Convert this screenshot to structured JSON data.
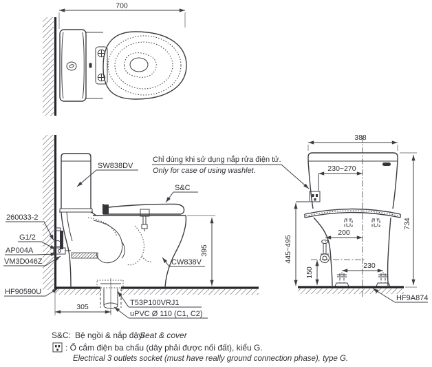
{
  "colors": {
    "line": "#3c3c42",
    "text": "#2e2e34",
    "background": "#ffffff"
  },
  "top_view": {
    "dim_width": "700"
  },
  "side_view": {
    "note_vi": "Chỉ dùng khi sử dụng nắp rửa điện tử.",
    "note_en": "Only for case of using washlet.",
    "label_tank": "SW838DV",
    "label_seat": "S&C",
    "label_supply": "260033-2",
    "label_thread": "G1/2",
    "label_valve": "AP004A",
    "label_hose": "VM3D046Z",
    "label_flange": "HF90590U",
    "label_drain_joint": "T53P100VRJ1",
    "label_drain_pipe": "uPVC Ø 110 (C1, C2)",
    "label_bowl": "CW838V",
    "dim_rim_height": "395",
    "dim_outlet_offset": "305"
  },
  "front_view": {
    "dim_width": "388",
    "dim_socket_offset": "230~270",
    "dim_height": "734",
    "dim_socket_height": "445~495",
    "dim_valve_offset": "200",
    "dim_bolt_spacing": "230",
    "dim_valve_height": "150",
    "label_bolt_cap": "HF9A874"
  },
  "legend": {
    "seat_key": "S&C:",
    "seat_vi": "Bệ ngồi & nắp đậy/",
    "seat_en": "Seat & cover",
    "socket_desc_vi": ": Ổ cắm điện ba chấu (dây phải được nối đất), kiểu G.",
    "socket_desc_en": "Electrical 3 outlets socket (must have really ground connection phase), type G."
  }
}
